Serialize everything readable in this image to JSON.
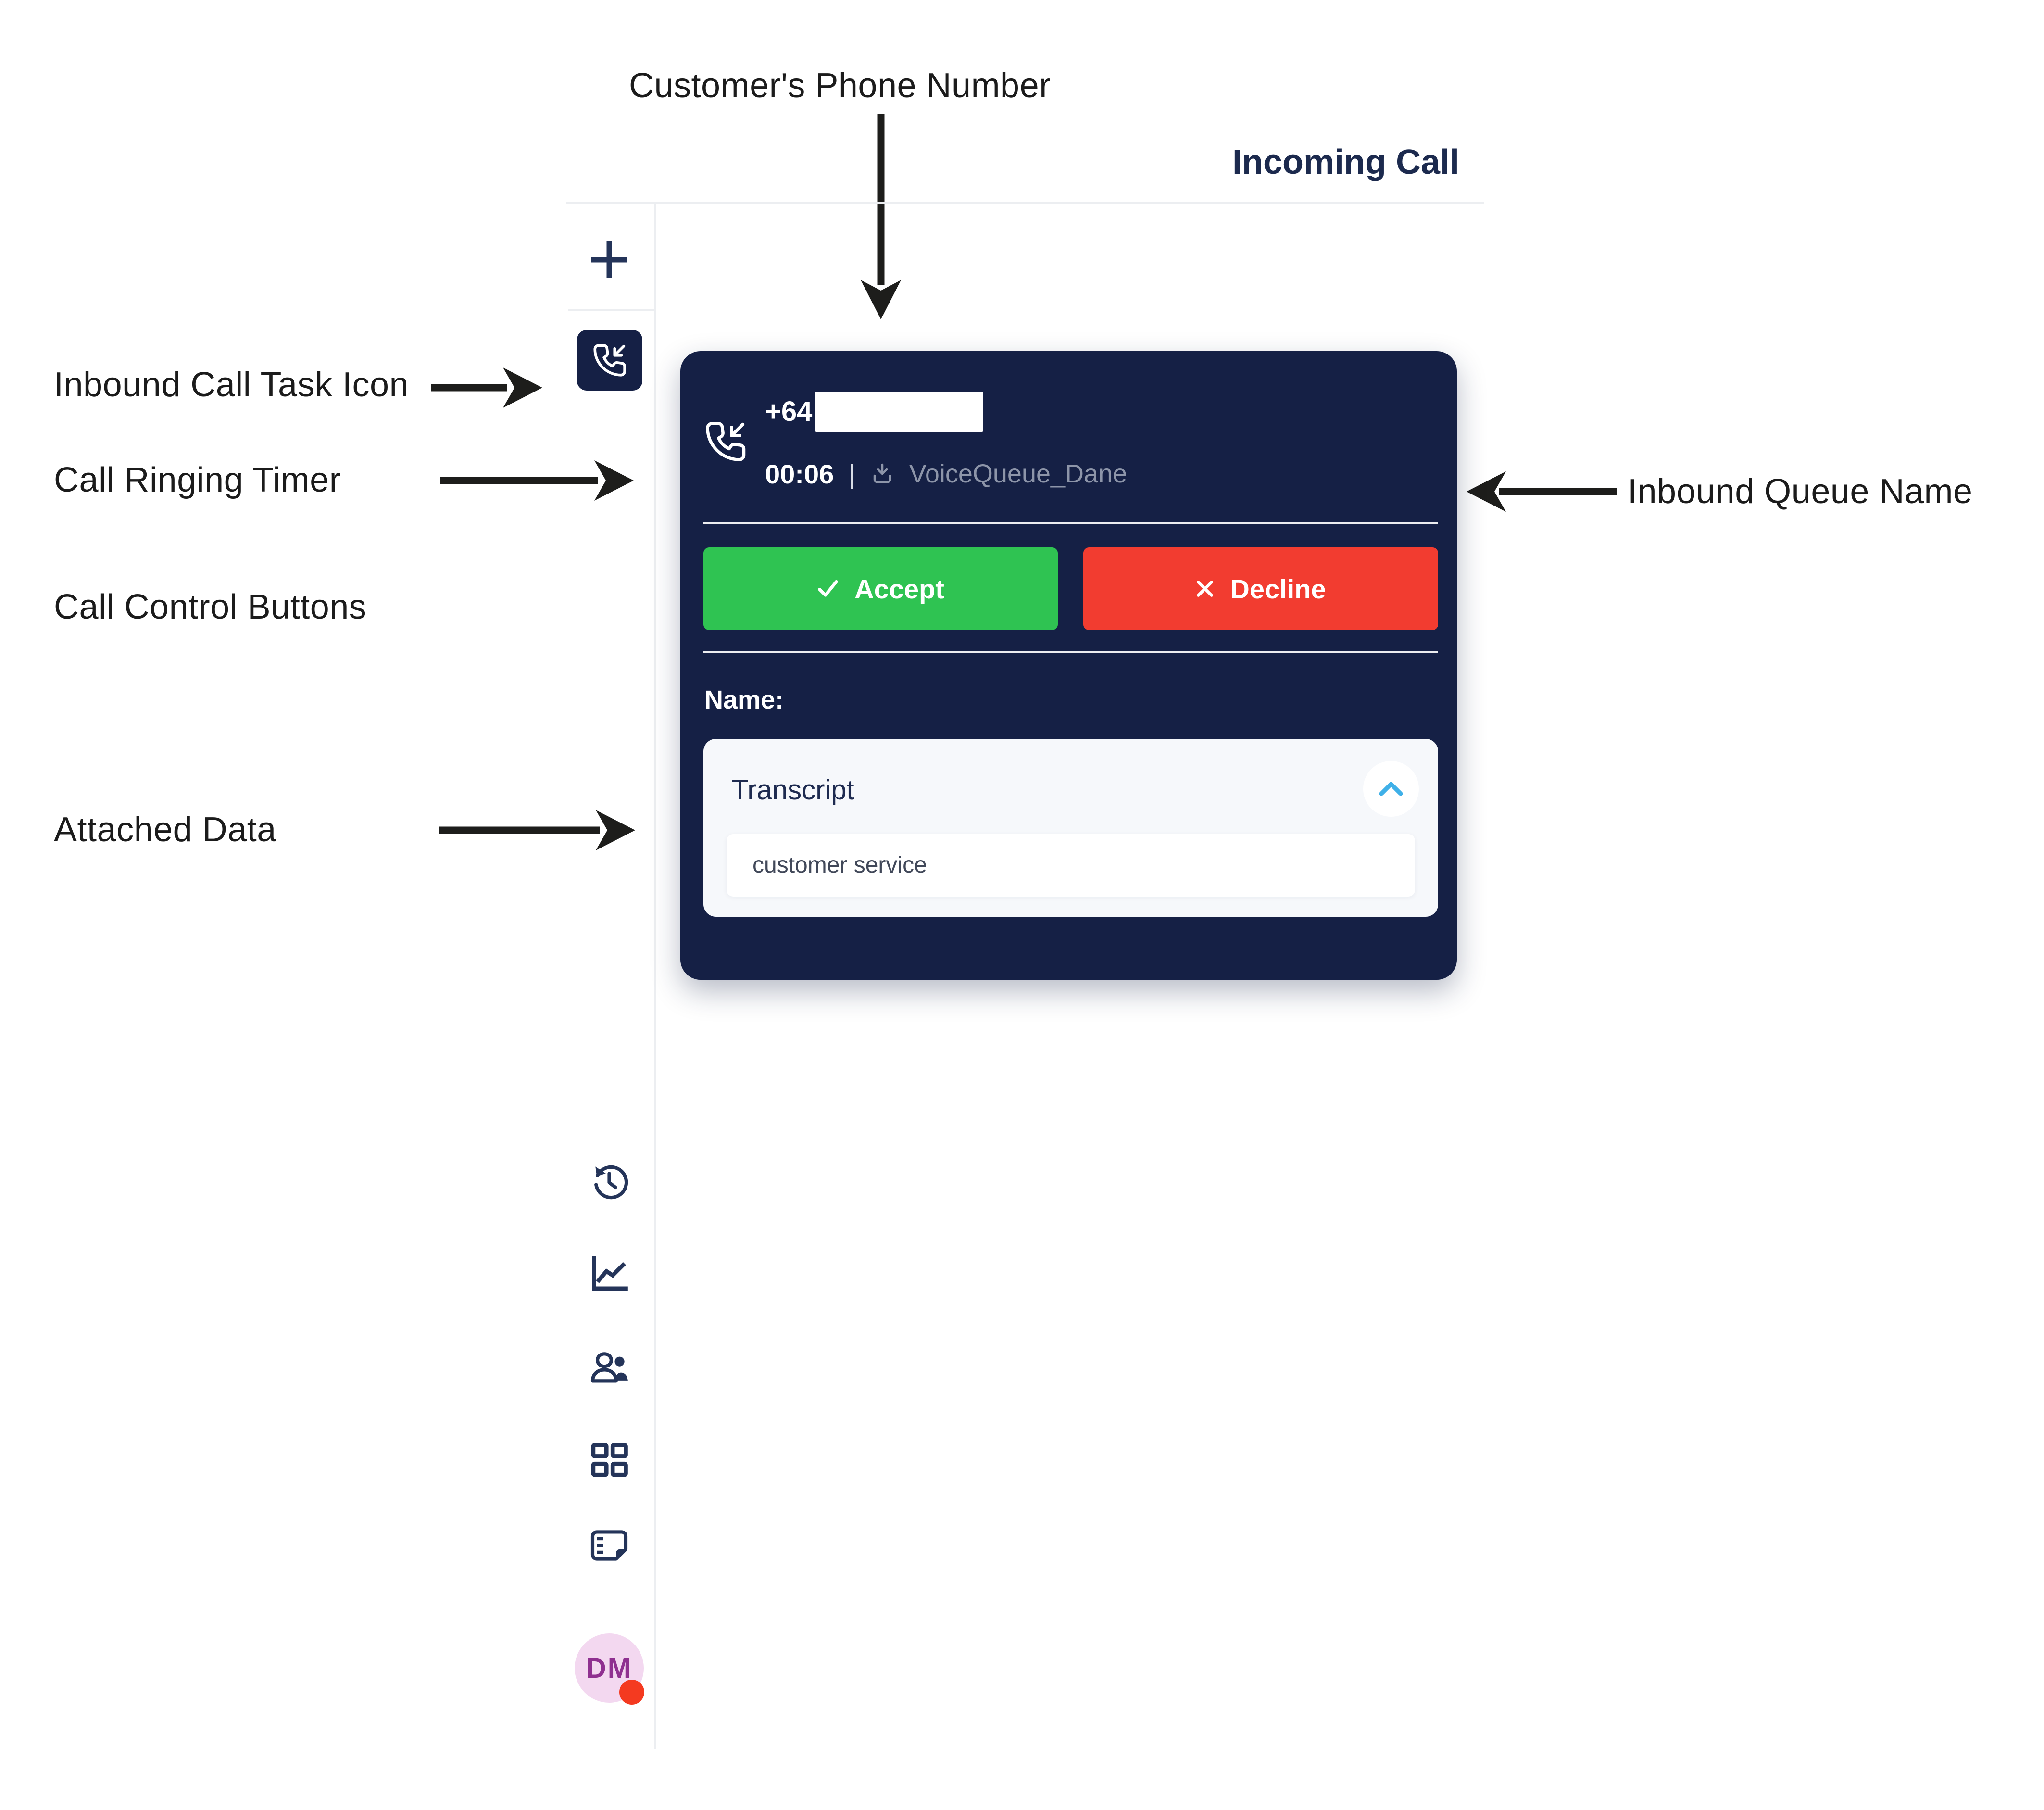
{
  "annotations": {
    "customer_phone_label": "Customer's Phone Number",
    "inbound_task_label": "Inbound Call Task Icon",
    "ringing_timer_label": "Call Ringing Timer",
    "call_controls_label": "Call Control Buttons",
    "attached_data_label": "Attached Data",
    "inbound_queue_label": "Inbound Queue Name"
  },
  "app": {
    "header": {
      "title": "Incoming Call"
    },
    "sidebar": {
      "add_task_icon": "plus-icon",
      "active_task_icon": "inbound-call-icon",
      "nav_icons": [
        "history-icon",
        "insights-chart-icon",
        "agents-icon",
        "apps-grid-icon",
        "notes-icon"
      ],
      "user_avatar": {
        "initials": "DM",
        "status": "busy"
      }
    },
    "call_card": {
      "phone_number_prefix": "+64",
      "ringing_timer": "00:06",
      "separator": "|",
      "queue_icon": "queue-download-icon",
      "queue_name": "VoiceQueue_Dane",
      "buttons": {
        "accept": "Accept",
        "decline": "Decline"
      },
      "name_label": "Name:",
      "attached_data": {
        "section_title": "Transcript",
        "value": "customer service"
      }
    }
  },
  "colors": {
    "card_navy": "#152045",
    "accept_green": "#2fc352",
    "decline_red": "#f23c30",
    "queue_text_gray": "#8d95a9",
    "chevron_cyan": "#3fb0e8",
    "icon_navy": "#243459",
    "header_navy": "#1c2a4e",
    "divider_gray": "#eceef1",
    "avatar_pink": "#f3d8f0",
    "avatar_text_purple": "#8f3090",
    "status_dot_red": "#f43a20",
    "annotation_black": "#1b1b1b"
  }
}
